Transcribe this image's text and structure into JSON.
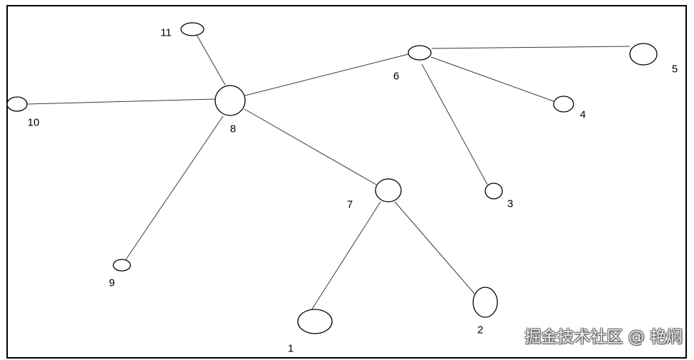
{
  "diagram": {
    "nodes": [
      {
        "label": "1"
      },
      {
        "label": "2"
      },
      {
        "label": "3"
      },
      {
        "label": "4"
      },
      {
        "label": "5"
      },
      {
        "label": "6"
      },
      {
        "label": "7"
      },
      {
        "label": "8"
      },
      {
        "label": "9"
      },
      {
        "label": "10"
      },
      {
        "label": "11"
      }
    ],
    "edges": [
      {
        "from": 8,
        "to": 11
      },
      {
        "from": 8,
        "to": 10
      },
      {
        "from": 8,
        "to": 6
      },
      {
        "from": 6,
        "to": 5
      },
      {
        "from": 6,
        "to": 4
      },
      {
        "from": 6,
        "to": 3
      },
      {
        "from": 8,
        "to": 7
      },
      {
        "from": 8,
        "to": 9
      },
      {
        "from": 7,
        "to": 1
      },
      {
        "from": 7,
        "to": 2
      }
    ]
  },
  "watermark": {
    "text": "掘金技术社区 @ 艳焖"
  },
  "colors": {
    "node_stroke": "#000000",
    "edge_stroke": "#3a3a3a",
    "background": "#ffffff",
    "watermark": "#f2f2f2"
  }
}
